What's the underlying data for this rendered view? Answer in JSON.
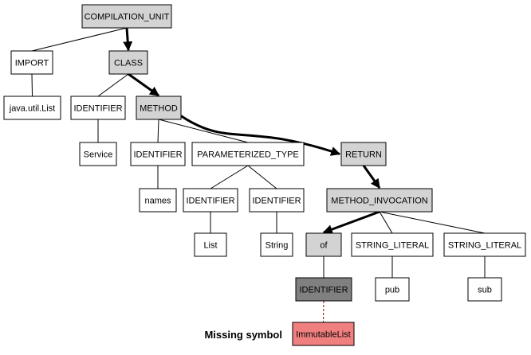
{
  "diagram": {
    "caption": "Missing symbol",
    "colors": {
      "plain_fill": "#ffffff",
      "path_fill": "#d3d3d3",
      "focus_fill": "#808080",
      "missing_fill": "#f08080",
      "border": "#000000",
      "thin_edge": "#000000",
      "path_edge": "#000000",
      "dashed_edge": "#8b0000"
    },
    "nodes": [
      {
        "id": "compilation_unit",
        "label": "COMPILATION_UNIT",
        "style": "path"
      },
      {
        "id": "import",
        "label": "IMPORT",
        "style": "plain"
      },
      {
        "id": "java_util_list",
        "label": "java.util.List",
        "style": "plain"
      },
      {
        "id": "class",
        "label": "CLASS",
        "style": "path"
      },
      {
        "id": "identifier_class",
        "label": "IDENTIFIER",
        "style": "plain"
      },
      {
        "id": "service",
        "label": "Service",
        "style": "plain"
      },
      {
        "id": "method",
        "label": "METHOD",
        "style": "path"
      },
      {
        "id": "identifier_method",
        "label": "IDENTIFIER",
        "style": "plain"
      },
      {
        "id": "names",
        "label": "names",
        "style": "plain"
      },
      {
        "id": "parameterized_type",
        "label": "PARAMETERIZED_TYPE",
        "style": "plain"
      },
      {
        "id": "identifier_list",
        "label": "IDENTIFIER",
        "style": "plain"
      },
      {
        "id": "list",
        "label": "List",
        "style": "plain"
      },
      {
        "id": "identifier_string",
        "label": "IDENTIFIER",
        "style": "plain"
      },
      {
        "id": "string",
        "label": "String",
        "style": "plain"
      },
      {
        "id": "return",
        "label": "RETURN",
        "style": "path"
      },
      {
        "id": "method_invocation",
        "label": "METHOD_INVOCATION",
        "style": "path"
      },
      {
        "id": "of",
        "label": "of",
        "style": "path"
      },
      {
        "id": "identifier_focus",
        "label": "IDENTIFIER",
        "style": "focus"
      },
      {
        "id": "string_literal_pub",
        "label": "STRING_LITERAL",
        "style": "plain"
      },
      {
        "id": "pub",
        "label": "pub",
        "style": "plain"
      },
      {
        "id": "string_literal_sub",
        "label": "STRING_LITERAL",
        "style": "plain"
      },
      {
        "id": "sub",
        "label": "sub",
        "style": "plain"
      },
      {
        "id": "immutable_list",
        "label": "ImmutableList",
        "style": "missing"
      }
    ],
    "edges": [
      {
        "from": "compilation_unit",
        "to": "import",
        "kind": "thin"
      },
      {
        "from": "compilation_unit",
        "to": "class",
        "kind": "path"
      },
      {
        "from": "import",
        "to": "java_util_list",
        "kind": "thin"
      },
      {
        "from": "class",
        "to": "identifier_class",
        "kind": "thin"
      },
      {
        "from": "class",
        "to": "method",
        "kind": "path"
      },
      {
        "from": "identifier_class",
        "to": "service",
        "kind": "thin"
      },
      {
        "from": "method",
        "to": "identifier_method",
        "kind": "thin"
      },
      {
        "from": "method",
        "to": "parameterized_type",
        "kind": "thin"
      },
      {
        "from": "method",
        "to": "return",
        "kind": "path"
      },
      {
        "from": "identifier_method",
        "to": "names",
        "kind": "thin"
      },
      {
        "from": "parameterized_type",
        "to": "identifier_list",
        "kind": "thin"
      },
      {
        "from": "parameterized_type",
        "to": "identifier_string",
        "kind": "thin"
      },
      {
        "from": "identifier_list",
        "to": "list",
        "kind": "thin"
      },
      {
        "from": "identifier_string",
        "to": "string",
        "kind": "thin"
      },
      {
        "from": "return",
        "to": "method_invocation",
        "kind": "path"
      },
      {
        "from": "method_invocation",
        "to": "of",
        "kind": "path"
      },
      {
        "from": "method_invocation",
        "to": "string_literal_pub",
        "kind": "thin"
      },
      {
        "from": "method_invocation",
        "to": "string_literal_sub",
        "kind": "thin"
      },
      {
        "from": "of",
        "to": "identifier_focus",
        "kind": "thin"
      },
      {
        "from": "string_literal_pub",
        "to": "pub",
        "kind": "thin"
      },
      {
        "from": "string_literal_sub",
        "to": "sub",
        "kind": "thin"
      },
      {
        "from": "identifier_focus",
        "to": "immutable_list",
        "kind": "dashed"
      }
    ]
  }
}
